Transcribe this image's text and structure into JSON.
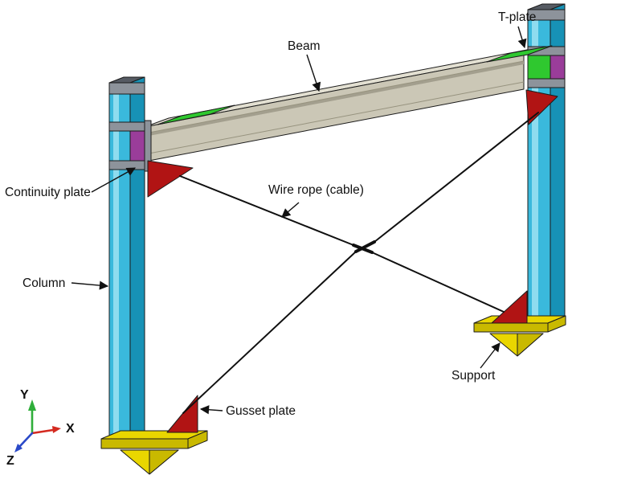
{
  "labels": {
    "beam": "Beam",
    "t_plate": "T-plate",
    "continuity_plate": "Continuity plate",
    "wire_rope": "Wire rope (cable)",
    "column": "Column",
    "support": "Support",
    "gusset_plate": "Gusset plate"
  },
  "axes": {
    "x": "X",
    "y": "Y",
    "z": "Z"
  },
  "colors": {
    "column": "#3ab9dc",
    "column_dark": "#1792b6",
    "column_light": "#8edcef",
    "gray_plate": "#8d939b",
    "gray_dark": "#565b63",
    "beam_light": "#e3e0d2",
    "beam_mid": "#cbc7b6",
    "beam_shadow": "#a39f8e",
    "plate_green": "#2fc82f",
    "plate_purple": "#9a3d9a",
    "gusset_red": "#b11414",
    "base_yellow": "#e9d600",
    "base_yellow_dark": "#c9b900",
    "rope": "#101010",
    "axis_x": "#d42a20",
    "axis_y": "#2fae3a",
    "axis_z": "#2a49c8"
  }
}
